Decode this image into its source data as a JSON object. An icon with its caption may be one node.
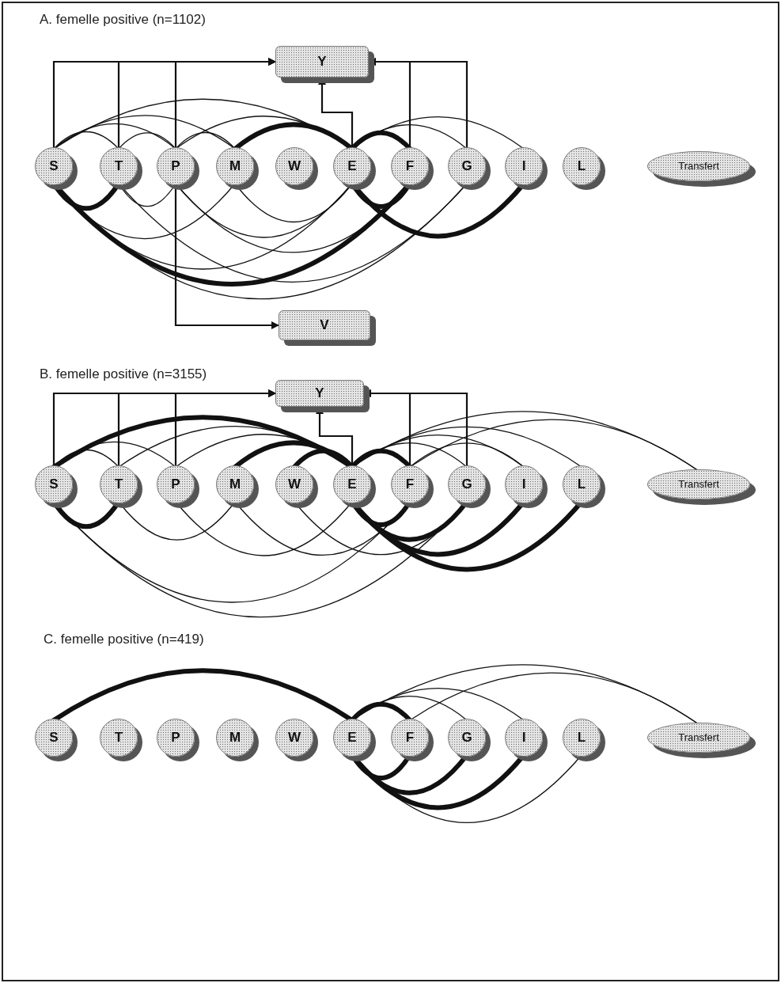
{
  "diagram": {
    "nodes": [
      {
        "text": [
          "S"
        ]
      },
      {
        "text": [
          "T"
        ]
      },
      {
        "text": [
          "P"
        ]
      },
      {
        "text": [
          "M"
        ]
      },
      {
        "text": [
          "W"
        ]
      },
      {
        "text": [
          "E"
        ]
      },
      {
        "text": [
          "F"
        ]
      },
      {
        "text": [
          "G"
        ]
      },
      {
        "text": [
          "I"
        ]
      },
      {
        "text": [
          "L"
        ]
      },
      {
        "text": [
          "Transfert"
        ]
      },
      {
        "text": [
          "Y"
        ]
      },
      {
        "text": [
          "V"
        ]
      },
      {
        "text": [
          "S"
        ]
      },
      {
        "text": [
          "T"
        ]
      },
      {
        "text": [
          "P"
        ]
      },
      {
        "text": [
          "M"
        ]
      },
      {
        "text": [
          "W"
        ]
      },
      {
        "text": [
          "E"
        ]
      },
      {
        "text": [
          "F"
        ]
      },
      {
        "text": [
          "G"
        ]
      },
      {
        "text": [
          "I"
        ]
      },
      {
        "text": [
          "L"
        ]
      },
      {
        "text": [
          "Transfert"
        ]
      },
      {
        "text": [
          "Y"
        ]
      },
      {
        "text": [
          "S"
        ]
      },
      {
        "text": [
          "T"
        ]
      },
      {
        "text": [
          "P"
        ]
      },
      {
        "text": [
          "M"
        ]
      },
      {
        "text": [
          "W"
        ]
      },
      {
        "text": [
          "E"
        ]
      },
      {
        "text": [
          "F"
        ]
      },
      {
        "text": [
          "G"
        ]
      },
      {
        "text": [
          "I"
        ]
      },
      {
        "text": [
          "L"
        ]
      },
      {
        "text": [
          "Transfert"
        ]
      }
    ],
    "edges": [
      {
        "from": 0,
        "to": 11,
        "arrow": "to"
      },
      {
        "from": 1,
        "to": 11,
        "arrow": "to"
      },
      {
        "from": 2,
        "to": 11,
        "arrow": "to"
      },
      {
        "from": 5,
        "to": 11,
        "arrow": "to"
      },
      {
        "from": 6,
        "to": 11,
        "arrow": "to"
      },
      {
        "from": 7,
        "to": 11,
        "arrow": "to"
      },
      {
        "from": 2,
        "to": 12,
        "arrow": "to"
      },
      {
        "from": 0,
        "to": 5,
        "arrow": "none"
      },
      {
        "from": 0,
        "to": 3,
        "arrow": "none"
      },
      {
        "from": 0,
        "to": 2,
        "arrow": "none"
      },
      {
        "from": 0,
        "to": 1,
        "arrow": "none"
      },
      {
        "from": 1,
        "to": 2,
        "arrow": "none"
      },
      {
        "from": 2,
        "to": 5,
        "arrow": "none"
      },
      {
        "from": 2,
        "to": 3,
        "arrow": "none"
      },
      {
        "from": 3,
        "to": 5,
        "arrow": "none",
        "style": "thick"
      },
      {
        "from": 5,
        "to": 6,
        "arrow": "none",
        "style": "thick"
      },
      {
        "from": 5,
        "to": 7,
        "arrow": "none"
      },
      {
        "from": 5,
        "to": 8,
        "arrow": "none"
      },
      {
        "from": 0,
        "to": 1,
        "arrow": "none",
        "style": "thick"
      },
      {
        "from": 0,
        "to": 6,
        "arrow": "none",
        "style": "thick"
      },
      {
        "from": 0,
        "to": 7,
        "arrow": "none"
      },
      {
        "from": 1,
        "to": 2,
        "arrow": "none"
      },
      {
        "from": 0,
        "to": 5,
        "arrow": "none"
      },
      {
        "from": 0,
        "to": 3,
        "arrow": "none"
      },
      {
        "from": 3,
        "to": 5,
        "arrow": "none"
      },
      {
        "from": 2,
        "to": 5,
        "arrow": "none"
      },
      {
        "from": 2,
        "to": 6,
        "arrow": "none"
      },
      {
        "from": 5,
        "to": 6,
        "arrow": "none",
        "style": "thick"
      },
      {
        "from": 5,
        "to": 8,
        "arrow": "none",
        "style": "thick"
      },
      {
        "from": 1,
        "to": 7,
        "arrow": "none"
      },
      {
        "from": 13,
        "to": 24,
        "arrow": "to"
      },
      {
        "from": 14,
        "to": 24,
        "arrow": "to"
      },
      {
        "from": 15,
        "to": 24,
        "arrow": "to"
      },
      {
        "from": 18,
        "to": 24,
        "arrow": "to"
      },
      {
        "from": 19,
        "to": 24,
        "arrow": "to"
      },
      {
        "from": 20,
        "to": 24,
        "arrow": "to"
      },
      {
        "from": 13,
        "to": 18,
        "arrow": "none",
        "style": "thick"
      },
      {
        "from": 13,
        "to": 14,
        "arrow": "none"
      },
      {
        "from": 13,
        "to": 15,
        "arrow": "none"
      },
      {
        "from": 14,
        "to": 18,
        "arrow": "none"
      },
      {
        "from": 15,
        "to": 18,
        "arrow": "none"
      },
      {
        "from": 16,
        "to": 18,
        "arrow": "none",
        "style": "thick"
      },
      {
        "from": 17,
        "to": 18,
        "arrow": "none",
        "style": "thick"
      },
      {
        "from": 18,
        "to": 19,
        "arrow": "none",
        "style": "thick"
      },
      {
        "from": 18,
        "to": 20,
        "arrow": "none"
      },
      {
        "from": 18,
        "to": 21,
        "arrow": "none"
      },
      {
        "from": 18,
        "to": 22,
        "arrow": "none"
      },
      {
        "from": 18,
        "to": 23,
        "arrow": "none"
      },
      {
        "from": 19,
        "to": 23,
        "arrow": "none"
      },
      {
        "from": 19,
        "to": 21,
        "arrow": "none"
      },
      {
        "from": 13,
        "to": 14,
        "arrow": "none",
        "style": "thick"
      },
      {
        "from": 13,
        "to": 19,
        "arrow": "none"
      },
      {
        "from": 13,
        "to": 20,
        "arrow": "none"
      },
      {
        "from": 14,
        "to": 16,
        "arrow": "none"
      },
      {
        "from": 15,
        "to": 18,
        "arrow": "none"
      },
      {
        "from": 16,
        "to": 19,
        "arrow": "none"
      },
      {
        "from": 17,
        "to": 20,
        "arrow": "none"
      },
      {
        "from": 18,
        "to": 19,
        "arrow": "none",
        "style": "thick"
      },
      {
        "from": 18,
        "to": 20,
        "arrow": "none",
        "style": "thick"
      },
      {
        "from": 18,
        "to": 21,
        "arrow": "none",
        "style": "thick"
      },
      {
        "from": 18,
        "to": 22,
        "arrow": "none",
        "style": "thick"
      },
      {
        "from": 25,
        "to": 30,
        "arrow": "none",
        "style": "thick"
      },
      {
        "from": 30,
        "to": 35,
        "arrow": "none"
      },
      {
        "from": 31,
        "to": 35,
        "arrow": "none"
      },
      {
        "from": 30,
        "to": 33,
        "arrow": "none"
      },
      {
        "from": 30,
        "to": 32,
        "arrow": "none"
      },
      {
        "from": 30,
        "to": 31,
        "arrow": "none",
        "style": "thick"
      },
      {
        "from": 30,
        "to": 31,
        "arrow": "none",
        "style": "thick"
      },
      {
        "from": 30,
        "to": 32,
        "arrow": "none",
        "style": "thick"
      },
      {
        "from": 30,
        "to": 33,
        "arrow": "none",
        "style": "thick"
      },
      {
        "from": 30,
        "to": 34,
        "arrow": "none"
      }
    ],
    "labels": [
      "A. femelle positive (n=1102)",
      "B. femelle positive (n=3155)",
      "C. femelle positive (n=419)"
    ]
  }
}
